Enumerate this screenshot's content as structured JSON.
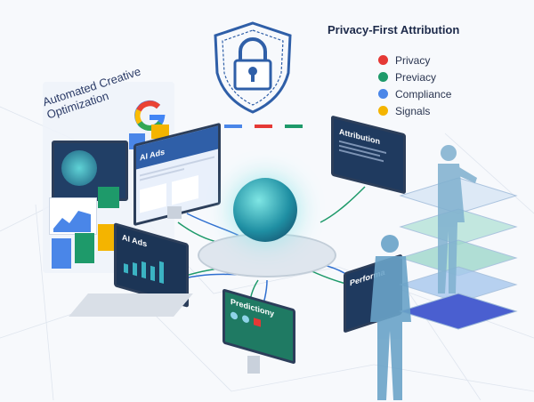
{
  "header": {
    "title": "Privacy-First Attribution"
  },
  "legend": [
    {
      "label": "Privacy",
      "color": "#e53935"
    },
    {
      "label": "Previacy",
      "color": "#1e9a6a"
    },
    {
      "label": "Compliance",
      "color": "#4a86e8"
    },
    {
      "label": "Signals",
      "color": "#f4b400"
    }
  ],
  "panel_left": {
    "title": "Automated Creative Optimization",
    "logo": "google-g-logo"
  },
  "screens": {
    "monitor_ai_ads": "AI Ads",
    "laptop_ai_ads": "AI Ads",
    "attribution": "Attribution",
    "predictiony": "Predictiony",
    "performance": "Performa"
  },
  "shield": {
    "icon": "padlock-shield-icon",
    "color": "#2f5fa8",
    "bars": [
      "#4a86e8",
      "#e53935",
      "#1e9a6a"
    ]
  },
  "hub": {
    "icon": "network-globe-icon",
    "color": "#2bb5b8"
  }
}
